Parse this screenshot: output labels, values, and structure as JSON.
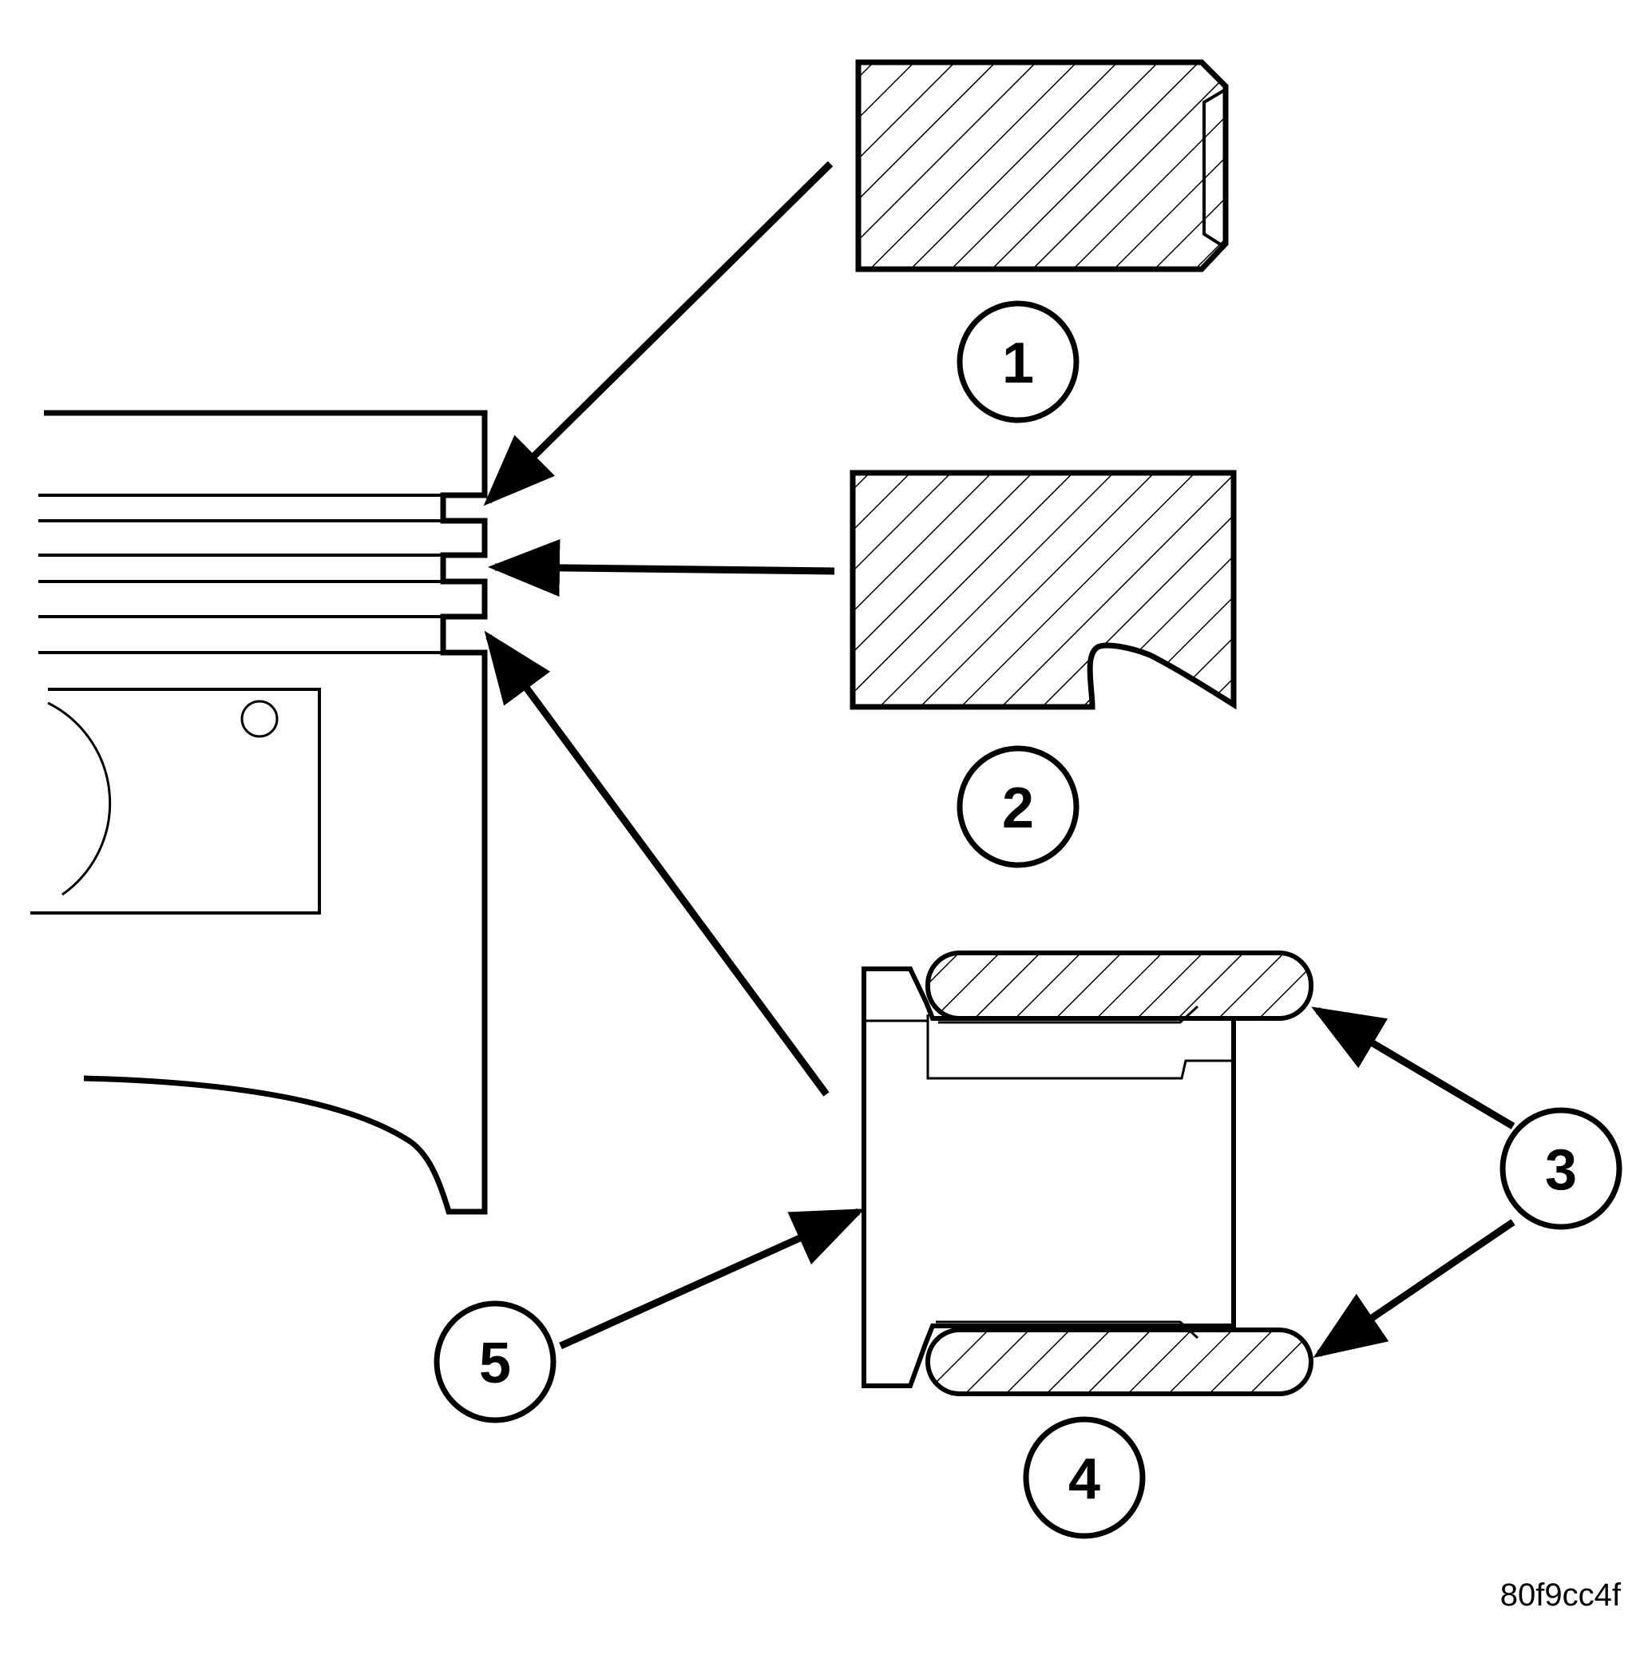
{
  "callouts": [
    {
      "id": "1",
      "label": "1"
    },
    {
      "id": "2",
      "label": "2"
    },
    {
      "id": "3",
      "label": "3"
    },
    {
      "id": "4",
      "label": "4"
    },
    {
      "id": "5",
      "label": "5"
    }
  ],
  "figure_code": "80f9cc4f",
  "colors": {
    "ink": "#000000",
    "paper": "#ffffff"
  }
}
